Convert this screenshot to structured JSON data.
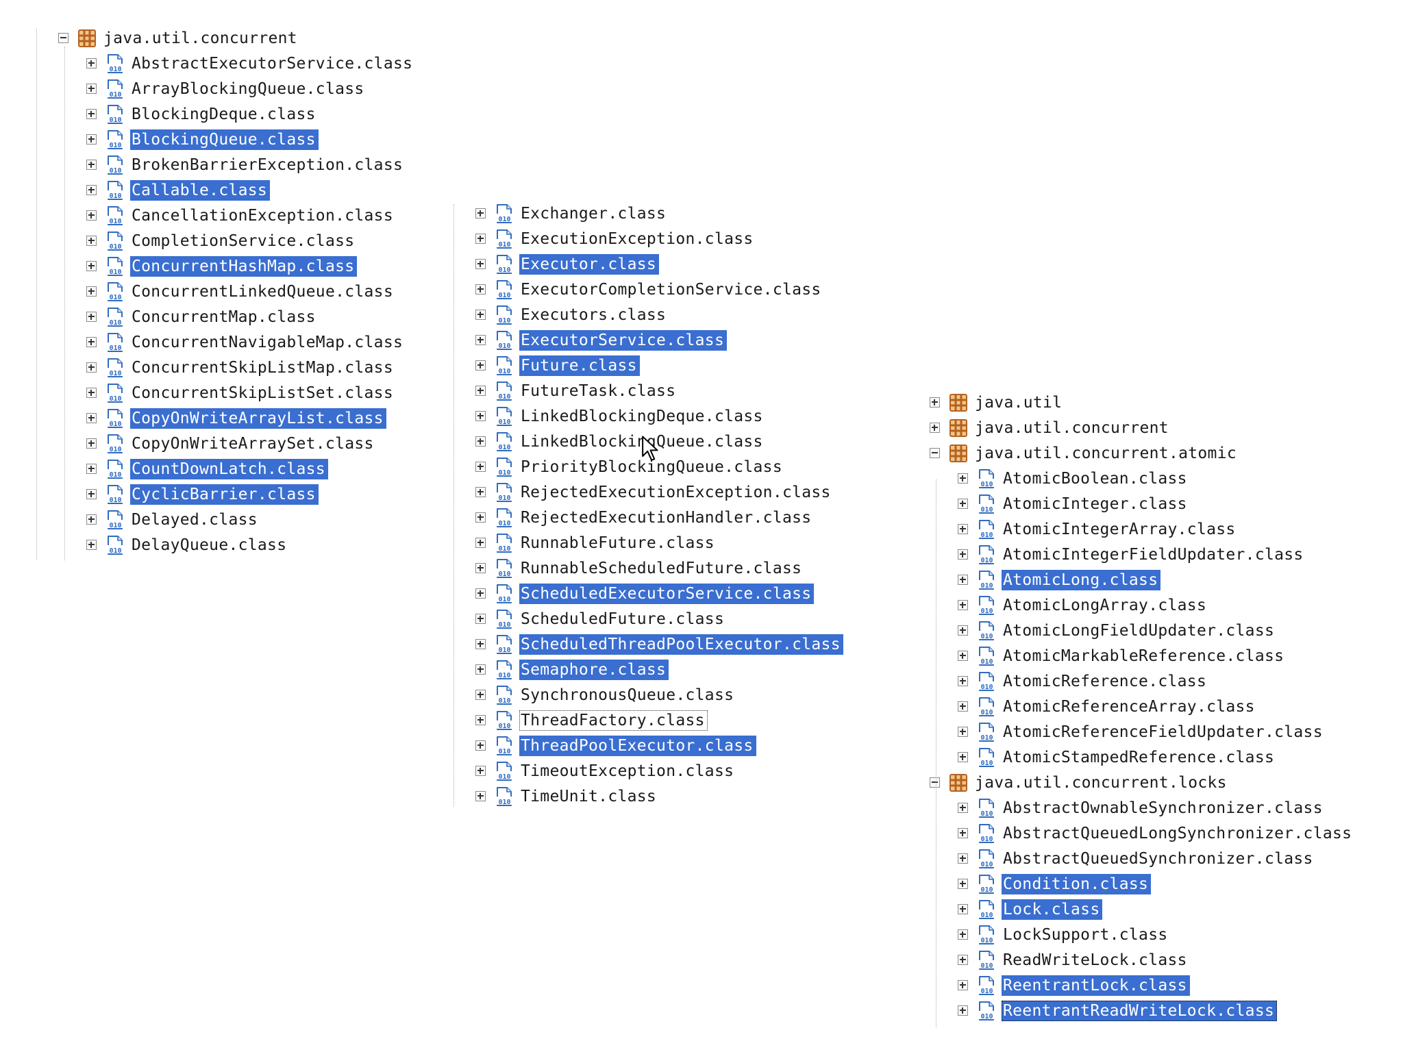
{
  "columns": [
    {
      "root": {
        "label": "java.util.concurrent",
        "expanded": true
      },
      "items": [
        {
          "label": "AbstractExecutorService.class",
          "selected": false
        },
        {
          "label": "ArrayBlockingQueue.class",
          "selected": false
        },
        {
          "label": "BlockingDeque.class",
          "selected": false
        },
        {
          "label": "BlockingQueue.class",
          "selected": true
        },
        {
          "label": "BrokenBarrierException.class",
          "selected": false
        },
        {
          "label": "Callable.class",
          "selected": true
        },
        {
          "label": "CancellationException.class",
          "selected": false
        },
        {
          "label": "CompletionService.class",
          "selected": false
        },
        {
          "label": "ConcurrentHashMap.class",
          "selected": true
        },
        {
          "label": "ConcurrentLinkedQueue.class",
          "selected": false
        },
        {
          "label": "ConcurrentMap.class",
          "selected": false
        },
        {
          "label": "ConcurrentNavigableMap.class",
          "selected": false
        },
        {
          "label": "ConcurrentSkipListMap.class",
          "selected": false
        },
        {
          "label": "ConcurrentSkipListSet.class",
          "selected": false
        },
        {
          "label": "CopyOnWriteArrayList.class",
          "selected": true
        },
        {
          "label": "CopyOnWriteArraySet.class",
          "selected": false
        },
        {
          "label": "CountDownLatch.class",
          "selected": true
        },
        {
          "label": "CyclicBarrier.class",
          "selected": true
        },
        {
          "label": "Delayed.class",
          "selected": false
        },
        {
          "label": "DelayQueue.class",
          "selected": false
        }
      ]
    },
    {
      "items": [
        {
          "label": "Exchanger.class",
          "selected": false
        },
        {
          "label": "ExecutionException.class",
          "selected": false
        },
        {
          "label": "Executor.class",
          "selected": true
        },
        {
          "label": "ExecutorCompletionService.class",
          "selected": false
        },
        {
          "label": "Executors.class",
          "selected": false
        },
        {
          "label": "ExecutorService.class",
          "selected": true
        },
        {
          "label": "Future.class",
          "selected": true
        },
        {
          "label": "FutureTask.class",
          "selected": false
        },
        {
          "label": "LinkedBlockingDeque.class",
          "selected": false
        },
        {
          "label": "LinkedBlockingQueue.class",
          "selected": false
        },
        {
          "label": "PriorityBlockingQueue.class",
          "selected": false
        },
        {
          "label": "RejectedExecutionException.class",
          "selected": false
        },
        {
          "label": "RejectedExecutionHandler.class",
          "selected": false
        },
        {
          "label": "RunnableFuture.class",
          "selected": false
        },
        {
          "label": "RunnableScheduledFuture.class",
          "selected": false
        },
        {
          "label": "ScheduledExecutorService.class",
          "selected": true
        },
        {
          "label": "ScheduledFuture.class",
          "selected": false
        },
        {
          "label": "ScheduledThreadPoolExecutor.class",
          "selected": true
        },
        {
          "label": "Semaphore.class",
          "selected": true
        },
        {
          "label": "SynchronousQueue.class",
          "selected": false
        },
        {
          "label": "ThreadFactory.class",
          "selected": false,
          "focused": true
        },
        {
          "label": "ThreadPoolExecutor.class",
          "selected": true
        },
        {
          "label": "TimeoutException.class",
          "selected": false
        },
        {
          "label": "TimeUnit.class",
          "selected": false
        }
      ]
    },
    {
      "packages": [
        {
          "label": "java.util",
          "expanded": false,
          "items": []
        },
        {
          "label": "java.util.concurrent",
          "expanded": false,
          "items": []
        },
        {
          "label": "java.util.concurrent.atomic",
          "expanded": true,
          "items": [
            {
              "label": "AtomicBoolean.class",
              "selected": false
            },
            {
              "label": "AtomicInteger.class",
              "selected": false
            },
            {
              "label": "AtomicIntegerArray.class",
              "selected": false
            },
            {
              "label": "AtomicIntegerFieldUpdater.class",
              "selected": false
            },
            {
              "label": "AtomicLong.class",
              "selected": true
            },
            {
              "label": "AtomicLongArray.class",
              "selected": false
            },
            {
              "label": "AtomicLongFieldUpdater.class",
              "selected": false
            },
            {
              "label": "AtomicMarkableReference.class",
              "selected": false
            },
            {
              "label": "AtomicReference.class",
              "selected": false
            },
            {
              "label": "AtomicReferenceArray.class",
              "selected": false
            },
            {
              "label": "AtomicReferenceFieldUpdater.class",
              "selected": false
            },
            {
              "label": "AtomicStampedReference.class",
              "selected": false
            }
          ]
        },
        {
          "label": "java.util.concurrent.locks",
          "expanded": true,
          "items": [
            {
              "label": "AbstractOwnableSynchronizer.class",
              "selected": false
            },
            {
              "label": "AbstractQueuedLongSynchronizer.class",
              "selected": false
            },
            {
              "label": "AbstractQueuedSynchronizer.class",
              "selected": false
            },
            {
              "label": "Condition.class",
              "selected": true
            },
            {
              "label": "Lock.class",
              "selected": true
            },
            {
              "label": "LockSupport.class",
              "selected": false
            },
            {
              "label": "ReadWriteLock.class",
              "selected": false
            },
            {
              "label": "ReentrantLock.class",
              "selected": true
            },
            {
              "label": "ReentrantReadWriteLock.class",
              "selected": true,
              "focused": true
            }
          ]
        }
      ]
    }
  ],
  "colors": {
    "selection": "#3a6ed0",
    "package_icon": "#c8742a",
    "class_icon": "#2f6cc0"
  },
  "icons": {
    "package": "package-icon",
    "class": "class-file-icon",
    "expander": "tree-expander-icon",
    "cursor": "mouse-cursor-icon"
  }
}
